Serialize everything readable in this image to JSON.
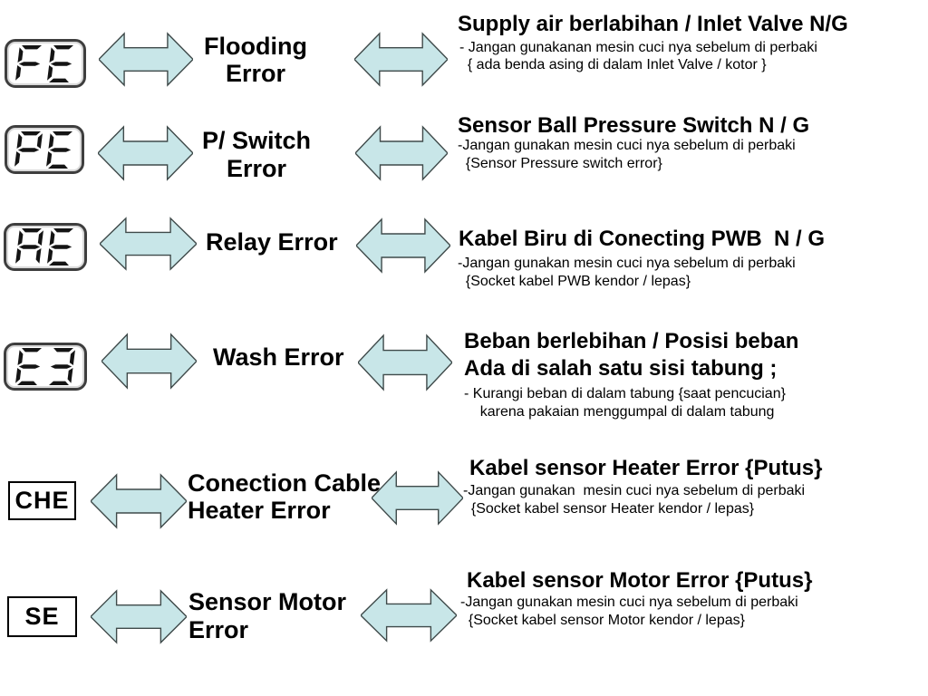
{
  "page": {
    "background": "#ffffff"
  },
  "colors": {
    "arrow_fill": "#c8e6e8",
    "arrow_stroke": "#3f4a4a",
    "segment": "#141414",
    "text": "#000000"
  },
  "rows": [
    {
      "code": "FE",
      "code_style": "seven-segment",
      "name_lines": [
        "Flooding",
        "Error"
      ],
      "title_lines": [
        "Supply air berlabihan / Inlet Valve N/G"
      ],
      "desc_lines": [
        "- Jangan gunakanan mesin cuci nya sebelum di perbaki",
        "  { ada benda asing di dalam Inlet Valve / kotor }"
      ]
    },
    {
      "code": "PE",
      "code_style": "seven-segment",
      "name_lines": [
        "P/ Switch",
        "Error"
      ],
      "title_lines": [
        "Sensor Ball Pressure Switch N / G"
      ],
      "desc_lines": [
        "-Jangan gunakan mesin cuci nya sebelum di perbaki",
        "  {Sensor Pressure switch error}"
      ]
    },
    {
      "code": "AE",
      "code_style": "seven-segment",
      "name_lines": [
        "Relay Error"
      ],
      "title_lines": [
        "Kabel Biru di Conecting PWB  N / G"
      ],
      "desc_lines": [
        "-Jangan gunakan mesin cuci nya sebelum di perbaki",
        "  {Socket kabel PWB kendor / lepas}"
      ]
    },
    {
      "code": "E3",
      "code_style": "seven-segment",
      "name_lines": [
        "Wash Error"
      ],
      "title_lines": [
        "Beban berlebihan / Posisi beban",
        "Ada di salah satu sisi tabung ;"
      ],
      "desc_lines": [
        "- Kurangi beban di dalam tabung {saat pencucian}",
        "    karena pakaian menggumpal di dalam tabung"
      ]
    },
    {
      "code": "CHE",
      "code_style": "plain",
      "name_lines": [
        "Conection Cable",
        "Heater Error"
      ],
      "title_lines": [
        "Kabel sensor Heater Error {Putus}"
      ],
      "desc_lines": [
        "-Jangan gunakan  mesin cuci nya sebelum di perbaki",
        "  {Socket kabel sensor Heater kendor / lepas}"
      ]
    },
    {
      "code": "SE",
      "code_style": "plain",
      "name_lines": [
        "Sensor Motor",
        "Error"
      ],
      "title_lines": [
        "Kabel sensor Motor Error {Putus}"
      ],
      "desc_lines": [
        "-Jangan gunakan mesin cuci nya sebelum di perbaki",
        "  {Socket kabel sensor Motor kendor / lepas}"
      ]
    }
  ]
}
